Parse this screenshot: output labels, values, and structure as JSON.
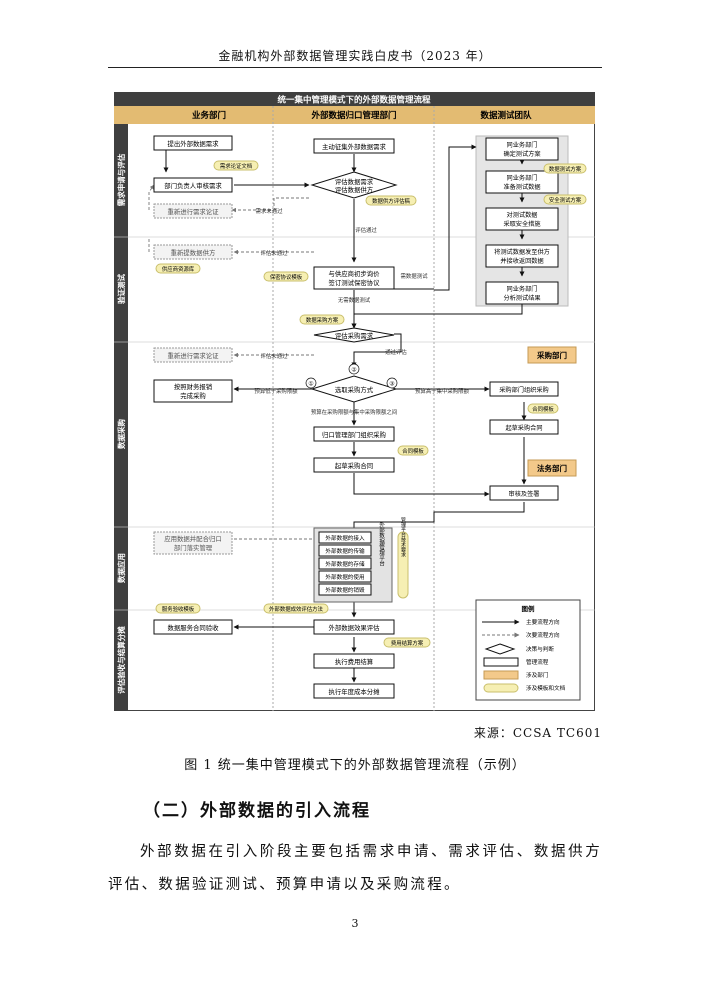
{
  "header": {
    "title": "金融机构外部数据管理实践白皮书（2023 年）"
  },
  "figure": {
    "title": "统一集中管理模式下的外部数据管理流程",
    "columns": [
      "业务部门",
      "外部数据归口管理部门",
      "数据测试团队"
    ],
    "phases": [
      "需求申请与评估",
      "验证测试",
      "数据采购",
      "数据应用",
      "评估验收与结算分摊"
    ],
    "dept_labels": {
      "procurement": "采购部门",
      "legal": "法务部门"
    },
    "boxes": {
      "submit_request": "提出外部数据需求",
      "active_collect": "主动征集外部数据需求",
      "dept_review": "部门负责人审核需求",
      "re_demand": "重新进行需求论证",
      "re_supplier": "重新提数据供方",
      "eval_l1": "评估数据需求",
      "eval_l2": "评估数据供方",
      "supplier_l1": "与供应商初步询价",
      "supplier_l2": "签订测试保密协议",
      "t1_l1": "同业务部门",
      "t1_l2": "确定测试方案",
      "t2_l1": "同业务部门",
      "t2_l2": "准备测试数据",
      "t3_l1": "对测试数据",
      "t3_l2": "采取安全措施",
      "t4_l1": "将测试数据发至供方",
      "t4_l2": "并接收返回数据",
      "t5_l1": "同业务部门",
      "t5_l2": "分析测试结果",
      "eval_purchase": "评估采购需求",
      "re_demand2": "重新进行需求论证",
      "select_method": "选取采购方式",
      "finance_l1": "按照财务报销",
      "finance_l2": "完成采购",
      "central_org": "归口管理部门组织采购",
      "central_contract": "起草采购合同",
      "proc_org": "采购部门组织采购",
      "proc_contract": "起草采购合同",
      "review_sign": "审核及签署",
      "app_l1": "应用数据并配合归口",
      "app_l2": "部门落实管理",
      "use_items": [
        "外部数据的接入",
        "外部数据的传输",
        "外部数据的存储",
        "外部数据的使用",
        "外部数据的销毁"
      ],
      "platform": "外部数据管理平台",
      "platform_side": "管理平台技术要求",
      "acceptance": "数据服务合同验收",
      "effect_eval": "外部数据效果评估",
      "settle": "执行费用结算",
      "share": "执行年度成本分摊"
    },
    "tags": {
      "demand_doc": "需求论证文档",
      "supplier_eval": "数据供方评估稿",
      "confidential": "保密协议模板",
      "supplier_list": "供应商资源库",
      "test_plan": "数据测试方案",
      "security_plan": "安全测试方案",
      "purchase_plan": "数据采购方案",
      "contract1": "合同模板",
      "contract2": "合同模板",
      "service_accept": "服务验收模板",
      "effect_method": "外部数据成效评估方法",
      "fee_plan": "费用结算方案"
    },
    "edge_labels": {
      "not_pass1": "需求未通过",
      "pass": "评估通过",
      "not_pass2": "评估未通过",
      "need_test": "需数据测试",
      "no_test": "无需数据测试",
      "not_pass3": "评估未通过",
      "pass2": "通过评估",
      "opt1": "预算低于采购限额",
      "opt2": "预算在采购限额与集中采购限额之间",
      "opt3": "预算高于集中采购限额",
      "n1": "①",
      "n2": "②",
      "n3": "③"
    },
    "legend": {
      "title": "图例",
      "items": [
        "主要流程方向",
        "次要流程方向",
        "决策与判断",
        "管理流程",
        "涉及部门",
        "涉及模板和文档"
      ]
    },
    "colors": {
      "header": "#3f3f3f",
      "column_bar": "#e3bb72",
      "phase_bar": "#3f3f3f",
      "dept": "#f3c98a",
      "tag": "#f6efb3",
      "test_area": "#e5e5e5"
    }
  },
  "source": "来源：CCSA TC601",
  "caption": "图 1 统一集中管理模式下的外部数据管理流程（示例）",
  "section_title": "（二）外部数据的引入流程",
  "paragraph": "外部数据在引入阶段主要包括需求申请、需求评估、数据供方评估、数据验证测试、预算申请以及采购流程。",
  "page_number": "3"
}
